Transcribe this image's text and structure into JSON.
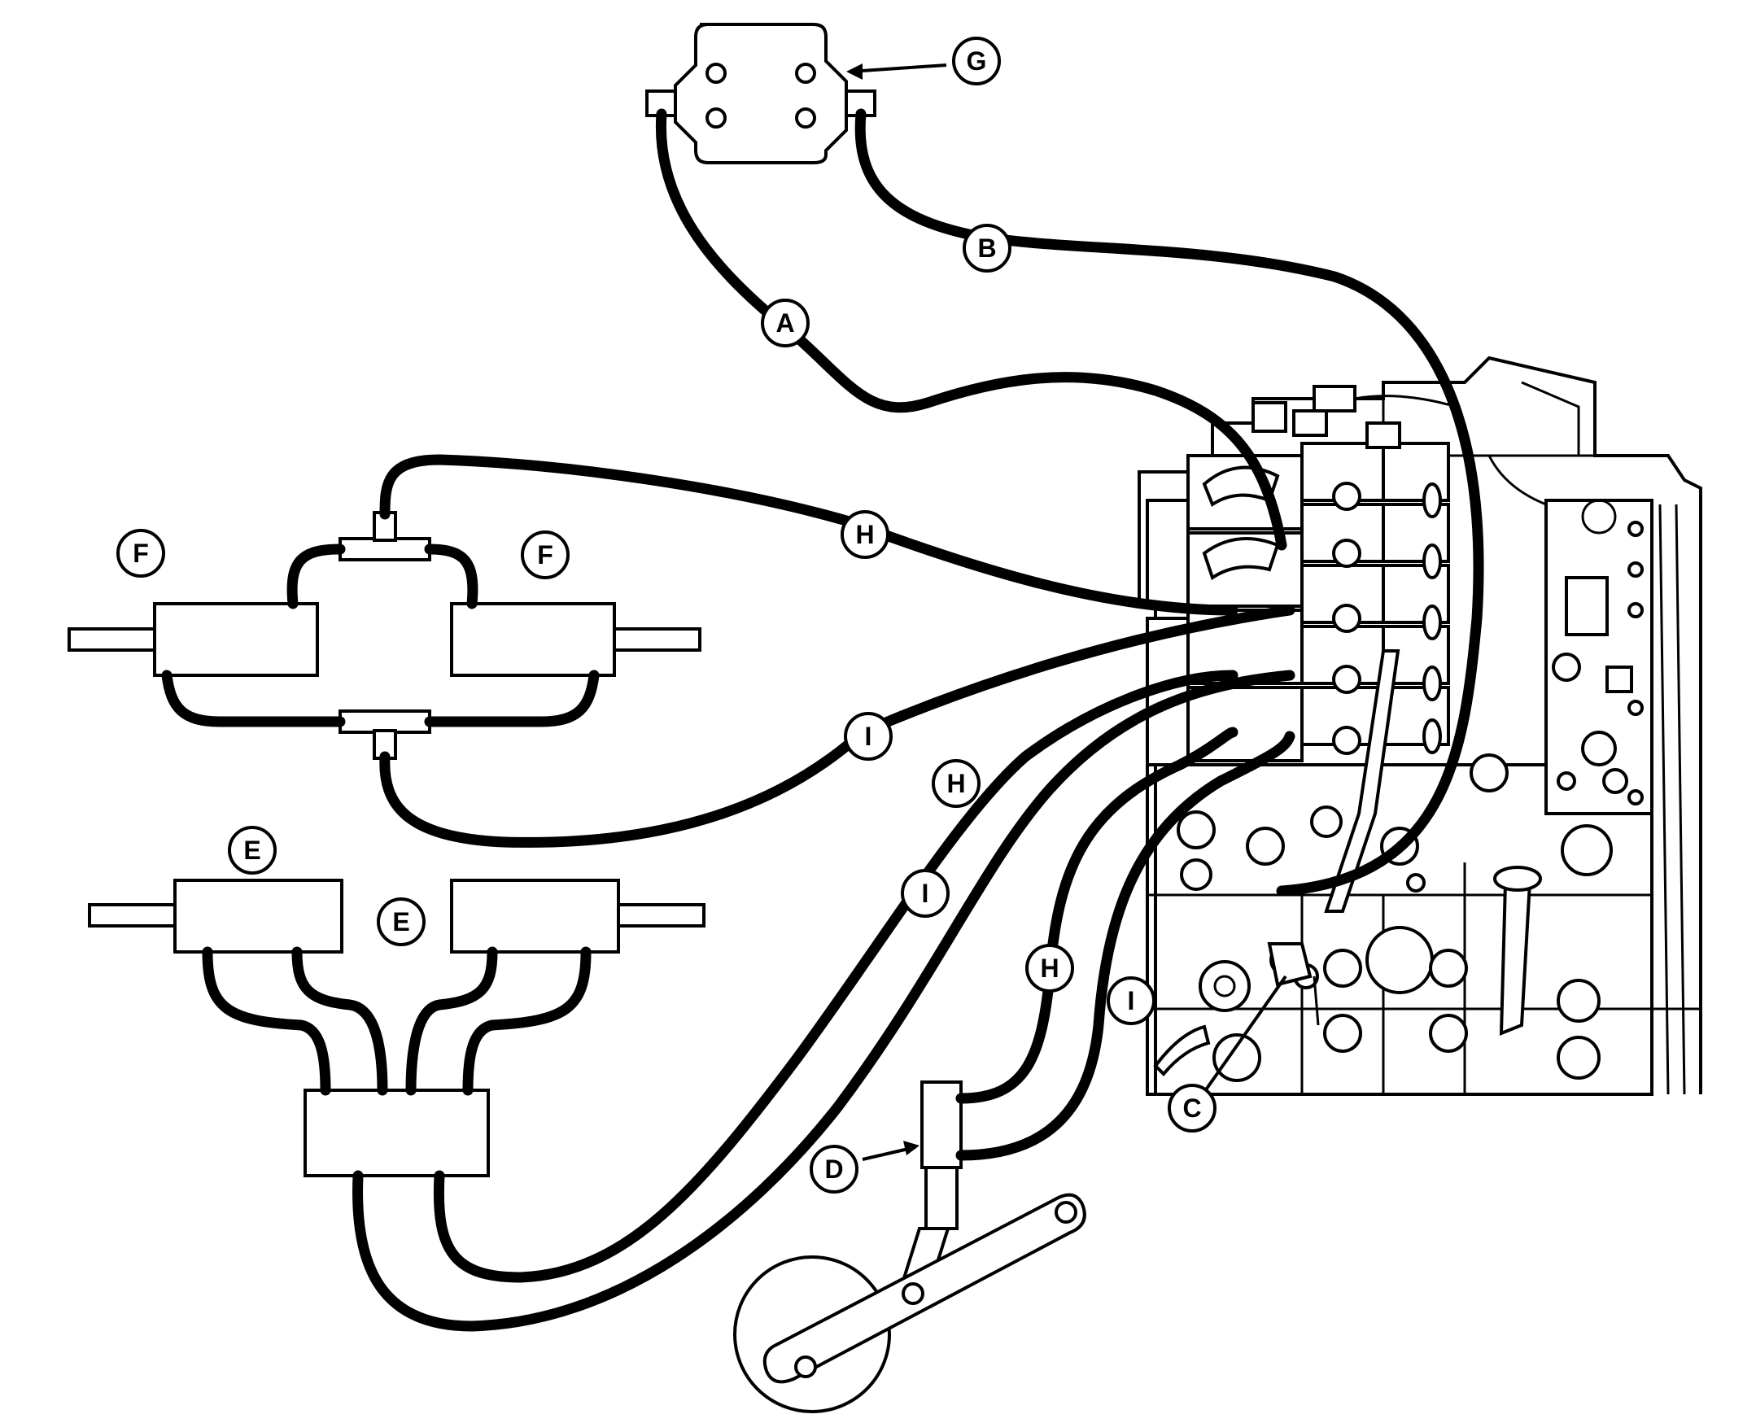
{
  "callouts": {
    "a": "A",
    "b": "B",
    "c": "C",
    "d": "D",
    "e": "E",
    "f": "F",
    "g": "G",
    "h": "H",
    "i": "I"
  },
  "colors": {
    "line": "#000000",
    "background": "#ffffff"
  }
}
